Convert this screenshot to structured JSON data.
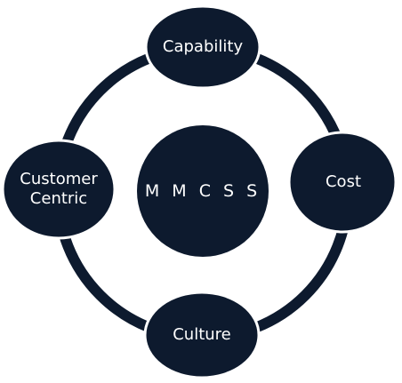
{
  "colors": {
    "node_fill": "#0d1a2e",
    "text": "#ffffff",
    "background": "#ffffff"
  },
  "center": {
    "label": "M M C S S"
  },
  "nodes": [
    {
      "id": "capability",
      "label": "Capability"
    },
    {
      "id": "cost",
      "label": "Cost"
    },
    {
      "id": "culture",
      "label": "Culture"
    },
    {
      "id": "customer-centric",
      "label": "Customer\nCentric"
    }
  ]
}
